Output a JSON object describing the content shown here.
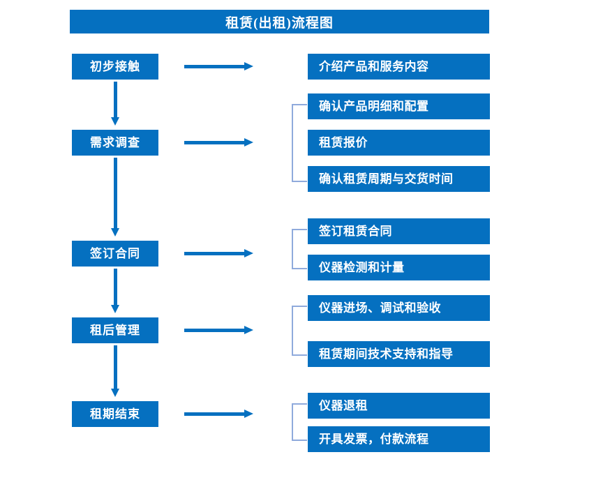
{
  "title": "租赁(出租)流程图",
  "colors": {
    "box_blue": "#0570C0",
    "arrow_blue": "#0570C0",
    "bracket_blue": "#8FAADC",
    "text_white": "#FFFFFF",
    "background": "#FFFFFF"
  },
  "stages": [
    {
      "label": "初步接触"
    },
    {
      "label": "需求调查"
    },
    {
      "label": "签订合同"
    },
    {
      "label": "租后管理"
    },
    {
      "label": "租期结束"
    }
  ],
  "details": [
    {
      "label": "介绍产品和服务内容"
    },
    {
      "label": "确认产品明细和配置"
    },
    {
      "label": "租赁报价"
    },
    {
      "label": "确认租赁周期与交货时间"
    },
    {
      "label": "签订租赁合同"
    },
    {
      "label": "仪器检测和计量"
    },
    {
      "label": "仪器进场、调试和验收"
    },
    {
      "label": "租赁期间技术支持和指导"
    },
    {
      "label": "仪器退租"
    },
    {
      "label": "开具发票，付款流程"
    }
  ],
  "groups": [
    {
      "stage": "初步接触",
      "details": [
        "介绍产品和服务内容"
      ],
      "bracketed": false
    },
    {
      "stage": "需求调查",
      "details": [
        "确认产品明细和配置",
        "租赁报价",
        "确认租赁周期与交货时间"
      ],
      "bracketed": true
    },
    {
      "stage": "签订合同",
      "details": [
        "签订租赁合同",
        "仪器检测和计量"
      ],
      "bracketed": true
    },
    {
      "stage": "租后管理",
      "details": [
        "仪器进场、调试和验收",
        "租赁期间技术支持和指导"
      ],
      "bracketed": true
    },
    {
      "stage": "租期结束",
      "details": [
        "仪器退租",
        "开具发票，付款流程"
      ],
      "bracketed": true
    }
  ],
  "flow_sequence": [
    "初步接触",
    "需求调查",
    "签订合同",
    "租后管理",
    "租期结束"
  ]
}
